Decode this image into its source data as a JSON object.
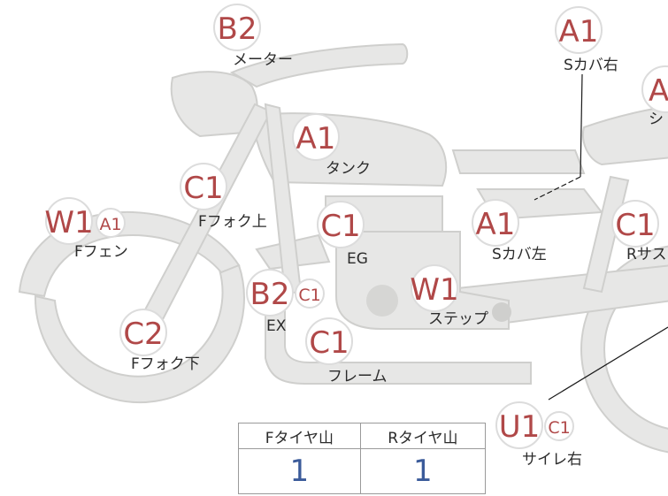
{
  "markers": {
    "meter": {
      "grade": "B2",
      "label": "メーター"
    },
    "s_cover_right": {
      "grade": "A1",
      "label": "Sカバ右"
    },
    "seat": {
      "grade": "A",
      "label": "シ"
    },
    "tank": {
      "grade": "A1",
      "label": "タンク"
    },
    "f_fork_upper": {
      "grade": "C1",
      "label": "Fフォク上"
    },
    "f_fender": {
      "grade": "W1",
      "grade2": "A1",
      "label": "Fフェン"
    },
    "engine": {
      "grade": "C1",
      "label": "EG"
    },
    "s_cover_left": {
      "grade": "A1",
      "label": "Sカバ左"
    },
    "r_suspension": {
      "grade": "C1",
      "label": "Rサス"
    },
    "exhaust": {
      "grade": "B2",
      "grade2": "C1",
      "label": "EX"
    },
    "step": {
      "grade": "W1",
      "label": "ステップ"
    },
    "f_fork_lower": {
      "grade": "C2",
      "label": "Fフォク下"
    },
    "frame": {
      "grade": "C1",
      "label": "フレーム"
    },
    "silencer_right": {
      "grade": "U1",
      "grade2": "C1",
      "label": "サイレ右"
    }
  },
  "tire_table": {
    "headers": [
      "Fタイヤ山",
      "Rタイヤ山"
    ],
    "values": [
      "1",
      "1"
    ]
  },
  "colors": {
    "grade_text": "#b04848",
    "part_fill": "#e7e7e6",
    "tire_value": "#3b5b9a"
  }
}
